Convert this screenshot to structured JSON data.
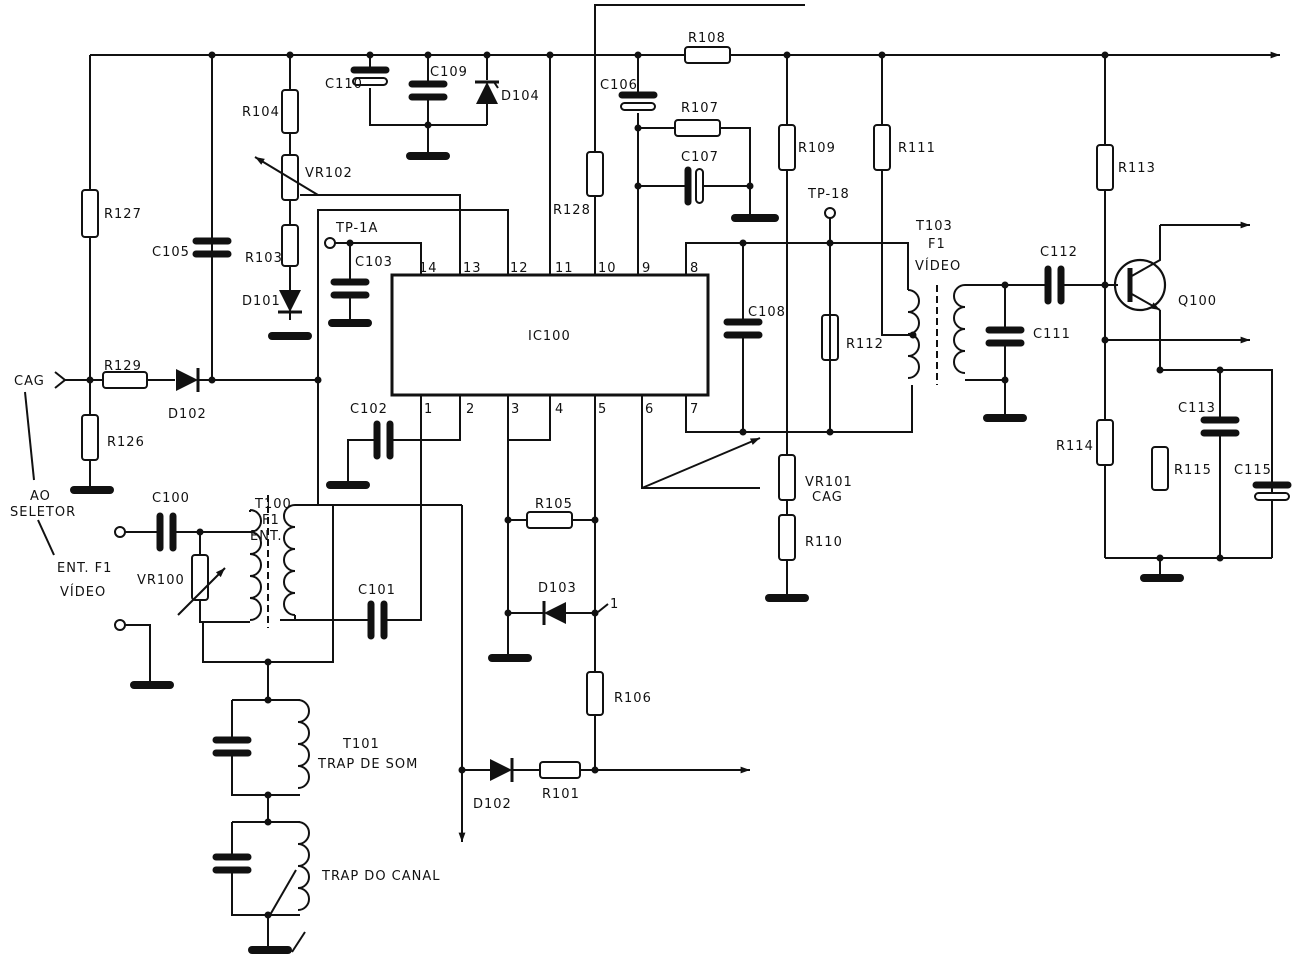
{
  "ic": {
    "name": "IC100",
    "pins_top": [
      "14",
      "13",
      "12",
      "11",
      "10",
      "9",
      "8"
    ],
    "pins_bottom": [
      "1",
      "2",
      "3",
      "4",
      "5",
      "6",
      "7"
    ]
  },
  "labels": {
    "R108": "R108",
    "R127": "R127",
    "R129": "R129",
    "R126": "R126",
    "D102a": "D102",
    "C105": "C105",
    "R104": "R104",
    "VR102": "VR102",
    "R103": "R103",
    "D101": "D101",
    "C110": "C110",
    "C109": "C109",
    "D104": "D104",
    "R128": "R128",
    "C106": "C106",
    "R107": "R107",
    "C107": "C107",
    "R109": "R109",
    "R111": "R111",
    "TP18": "TP-18",
    "TP1A": "TP-1A",
    "C103": "C103",
    "C108": "C108",
    "R112": "R112",
    "T103": "T103",
    "T103_f1": "F1",
    "T103_video": "VÍDEO",
    "C112": "C112",
    "C111": "C111",
    "R113": "R113",
    "Q100": "Q100",
    "R114": "R114",
    "R115": "R115",
    "C113": "C113",
    "C115": "C115",
    "VR101": "VR101",
    "VR101_cag": "CAG",
    "R110": "R110",
    "C102": "C102",
    "C101": "C101",
    "R105": "R105",
    "D103": "D103",
    "D103_mark": "1",
    "R106": "R106",
    "D102b": "D102",
    "R101": "R101",
    "T100": "T100",
    "T100_f1": "F1",
    "T100_ent": "ENT.",
    "C100": "C100",
    "VR100": "VR100",
    "T101": "T101",
    "trap_som": "TRAP DE SOM",
    "trap_canal": "TRAP DO CANAL",
    "CAG": "CAG",
    "ao": "AO",
    "seletor": "SELETOR",
    "ent_f1": "ENT. F1",
    "video": "VÍDEO"
  }
}
